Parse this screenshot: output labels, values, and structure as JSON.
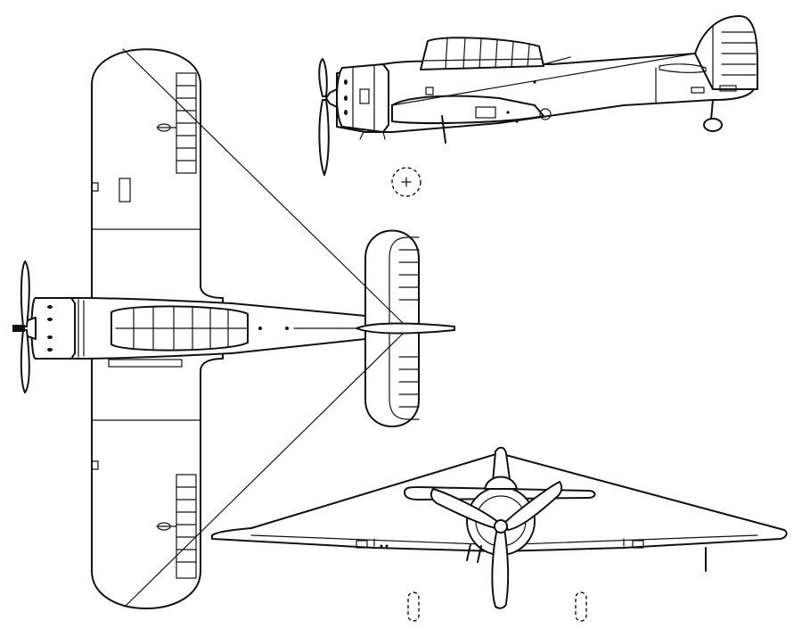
{
  "drawing": {
    "views": [
      {
        "id": "plan-view",
        "label": ""
      },
      {
        "id": "side-view",
        "label": ""
      },
      {
        "id": "front-view",
        "label": ""
      }
    ],
    "colors": {
      "ink": "#111111",
      "paper": "#ffffff"
    }
  }
}
